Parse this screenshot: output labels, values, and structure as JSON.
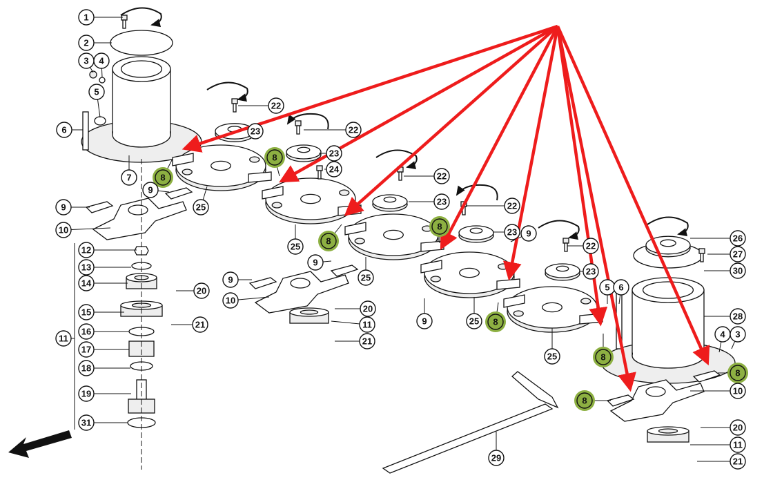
{
  "diagram": {
    "callouts": [
      {
        "label": "1"
      },
      {
        "label": "2"
      },
      {
        "label": "3"
      },
      {
        "label": "4"
      },
      {
        "label": "5"
      },
      {
        "label": "6"
      },
      {
        "label": "7"
      },
      {
        "label": "8",
        "highlight": true
      },
      {
        "label": "9"
      },
      {
        "label": "9"
      },
      {
        "label": "10"
      },
      {
        "label": "25"
      },
      {
        "label": "22"
      },
      {
        "label": "23"
      },
      {
        "label": "22"
      },
      {
        "label": "23"
      },
      {
        "label": "8",
        "highlight": true
      },
      {
        "label": "24"
      },
      {
        "label": "22"
      },
      {
        "label": "23"
      },
      {
        "label": "22"
      },
      {
        "label": "23"
      },
      {
        "label": "9"
      },
      {
        "label": "8",
        "highlight": true
      },
      {
        "label": "8",
        "highlight": true
      },
      {
        "label": "25"
      },
      {
        "label": "9"
      },
      {
        "label": "9"
      },
      {
        "label": "10"
      },
      {
        "label": "25"
      },
      {
        "label": "20"
      },
      {
        "label": "11"
      },
      {
        "label": "21"
      },
      {
        "label": "12"
      },
      {
        "label": "13"
      },
      {
        "label": "14"
      },
      {
        "label": "20"
      },
      {
        "label": "15"
      },
      {
        "label": "16"
      },
      {
        "label": "21"
      },
      {
        "label": "11"
      },
      {
        "label": "17"
      },
      {
        "label": "18"
      },
      {
        "label": "19"
      },
      {
        "label": "31"
      },
      {
        "label": "22"
      },
      {
        "label": "23"
      },
      {
        "label": "5"
      },
      {
        "label": "6"
      },
      {
        "label": "9"
      },
      {
        "label": "25"
      },
      {
        "label": "8",
        "highlight": true
      },
      {
        "label": "25"
      },
      {
        "label": "8",
        "highlight": true
      },
      {
        "label": "26"
      },
      {
        "label": "27"
      },
      {
        "label": "30"
      },
      {
        "label": "28"
      },
      {
        "label": "4"
      },
      {
        "label": "3"
      },
      {
        "label": "8",
        "highlight": true
      },
      {
        "label": "10"
      },
      {
        "label": "8",
        "highlight": true
      },
      {
        "label": "20"
      },
      {
        "label": "11"
      },
      {
        "label": "21"
      },
      {
        "label": "29"
      }
    ],
    "colors": {
      "highlight": "#8db042",
      "arrow": "#ee1c1c",
      "line": "#111111"
    },
    "icons": {
      "rotation": "curved-arrow-icon",
      "direction": "travel-direction-arrow-icon"
    }
  }
}
